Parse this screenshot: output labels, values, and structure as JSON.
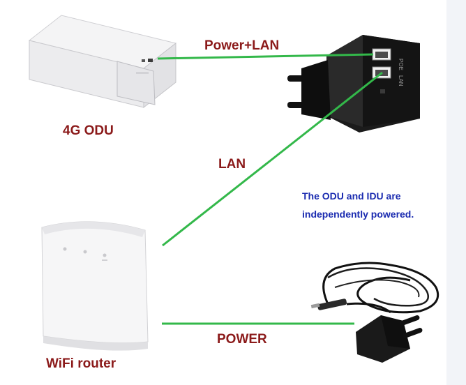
{
  "labels": {
    "power_lan": "Power+LAN",
    "odu": "4G ODU",
    "lan": "LAN",
    "power": "POWER",
    "router": "WiFi router"
  },
  "note": {
    "line1": "The ODU and IDU are",
    "line2": "independently powered."
  },
  "poe_ports": {
    "poe": "POE",
    "lan": "LAN"
  },
  "colors": {
    "cable": "#33b84a",
    "label": "#8b1a1a",
    "note": "#1a2bb0"
  }
}
